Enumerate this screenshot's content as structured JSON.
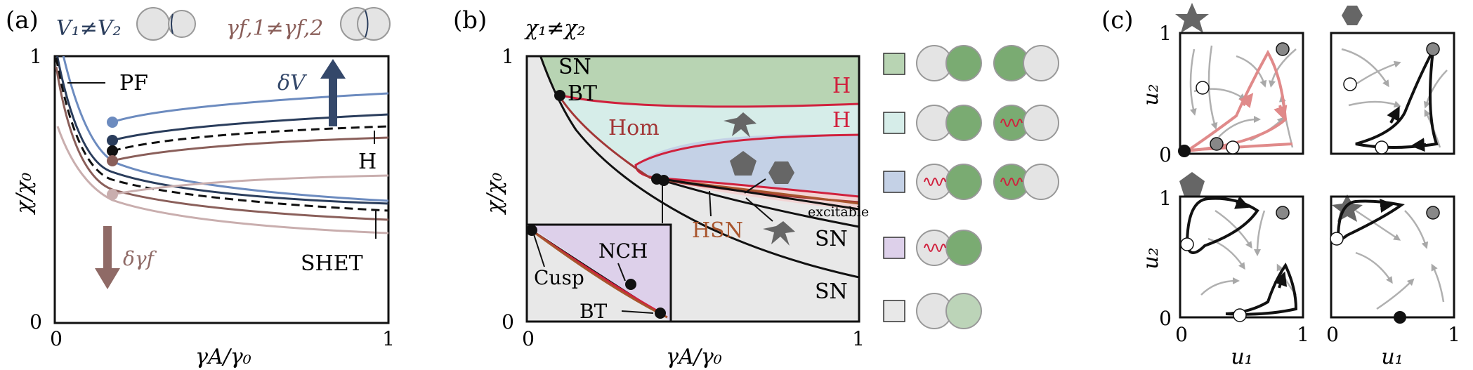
{
  "panel_a": {
    "label": "(a)",
    "title_left": "V₁≠V₂",
    "title_right": "γf,1≠γf,2",
    "ylabel": "χ/χ₀",
    "xlabel": "γA/γ₀",
    "x_ticks": [
      "0",
      "1"
    ],
    "y_ticks": [
      "0",
      "1"
    ],
    "annotations": {
      "pf": "PF",
      "h": "H",
      "shet": "SHET",
      "dv": "δV",
      "dg": "δγf"
    },
    "colors": {
      "blue_dark": "#2a3d5c",
      "blue_mid": "#6c8bbf",
      "brown": "#8a5f5a",
      "pink": "#c9aeae",
      "arrow_blue": "#34486a",
      "arrow_brown": "#8f6a66"
    }
  },
  "panel_b": {
    "label": "(b)",
    "title": "χ₁≠χ₂",
    "ylabel": "χ/χ₀",
    "xlabel": "γA/γ₀",
    "x_ticks": [
      "0",
      "1"
    ],
    "y_ticks": [
      "0",
      "1"
    ],
    "annotations": {
      "sn_top": "SN",
      "bt_top": "BT",
      "h1": "H",
      "h2": "H",
      "hom": "Hom",
      "hsn": "HSN",
      "excitable": "excitable",
      "sn_mid": "SN",
      "sn_low": "SN",
      "nch": "NCH",
      "cusp": "Cusp",
      "bt_inset": "BT"
    },
    "colors": {
      "green": "#b8d4b3",
      "cyan": "#d6ede9",
      "blue": "#c4d1e6",
      "purple": "#ddd0ea",
      "grey": "#e8e8e8",
      "pinkregion": "#f2d4d4",
      "hopf_red": "#d0213d",
      "hom_brown": "#a23636",
      "hsn_orange": "#a8552d"
    }
  },
  "legend": {
    "colors": [
      "#b8d4b3",
      "#d6ede9",
      "#c4d1e6",
      "#ddd0ea",
      "#e8e8e8"
    ],
    "cell_green": "#7aab72",
    "cell_grey": "#e4e4e4",
    "cell_pale_green": "#bcd4b8"
  },
  "panel_c": {
    "label": "(c)",
    "xlabel": "u₁",
    "ylabel": "u₂",
    "ticks": [
      "0",
      "1"
    ],
    "markers": [
      "star",
      "hexagon",
      "pentagon",
      "star"
    ]
  }
}
